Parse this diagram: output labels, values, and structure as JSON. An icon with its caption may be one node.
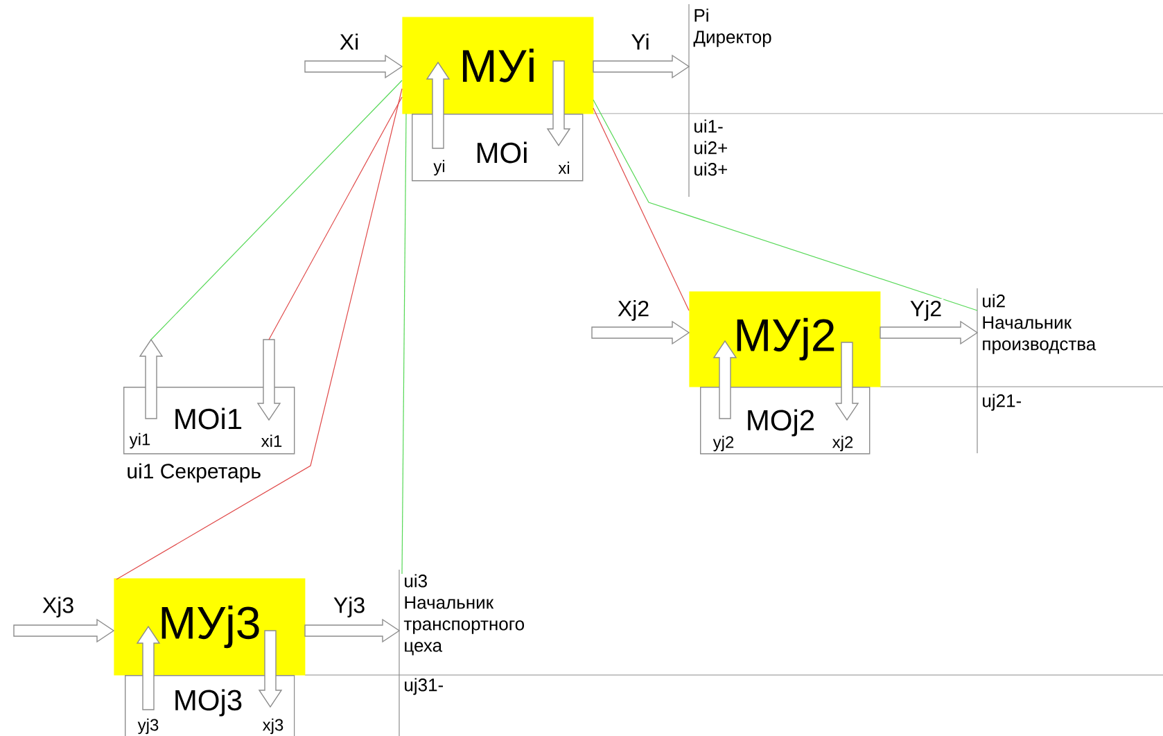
{
  "diagram": {
    "nodes": [
      {
        "text": [
          "МУi"
        ]
      },
      {
        "text": [
          "МОi",
          "yi",
          "xi"
        ]
      },
      {
        "text": [
          "Pi",
          "Директор",
          "ui1- ui2+ ui3+"
        ]
      },
      {
        "text": [
          "МОi1",
          "yi1",
          "xi1"
        ],
        "beside": [
          "ui1 Секретарь"
        ]
      },
      {
        "text": [
          "МУj2"
        ]
      },
      {
        "text": [
          "МОj2",
          "yj2",
          "xj2"
        ]
      },
      {
        "text": [
          "ui2",
          "Начальник производства",
          "uj21-"
        ]
      },
      {
        "text": [
          "МУj3"
        ]
      },
      {
        "text": [
          "МОj3",
          "yj3",
          "xj3"
        ]
      },
      {
        "text": [
          "ui3",
          "Начальник транспортного цеха",
          "uj31-"
        ]
      }
    ],
    "edges": [
      {
        "from": null,
        "to": 0,
        "arrow": "to",
        "label": "Xi"
      },
      {
        "from": 0,
        "to": 2,
        "arrow": "to",
        "label": "Yi"
      },
      {
        "from": 1,
        "to": 0,
        "arrow": "to"
      },
      {
        "from": 0,
        "to": 1,
        "arrow": "to"
      },
      {
        "from": null,
        "to": 4,
        "arrow": "to",
        "label": "Xj2"
      },
      {
        "from": 4,
        "to": 6,
        "arrow": "to",
        "label": "Yj2"
      },
      {
        "from": 5,
        "to": 4,
        "arrow": "to"
      },
      {
        "from": 4,
        "to": 5,
        "arrow": "to"
      },
      {
        "from": null,
        "to": 7,
        "arrow": "to",
        "label": "Xj3"
      },
      {
        "from": 7,
        "to": 9,
        "arrow": "to",
        "label": "Yj3"
      },
      {
        "from": 8,
        "to": 7,
        "arrow": "to"
      },
      {
        "from": 7,
        "to": 8,
        "arrow": "to"
      },
      {
        "from": 0,
        "to": 3,
        "arrow": "none",
        "color": "#55d855"
      },
      {
        "from": 0,
        "to": 6,
        "arrow": "none",
        "color": "#55d855"
      },
      {
        "from": 0,
        "to": 9,
        "arrow": "none",
        "color": "#55d855"
      },
      {
        "from": 0,
        "to": 3,
        "arrow": "none",
        "color": "#e04848"
      },
      {
        "from": 0,
        "to": 7,
        "arrow": "none",
        "color": "#e04848"
      },
      {
        "from": 0,
        "to": 4,
        "arrow": "none",
        "color": "#e04848"
      }
    ]
  }
}
